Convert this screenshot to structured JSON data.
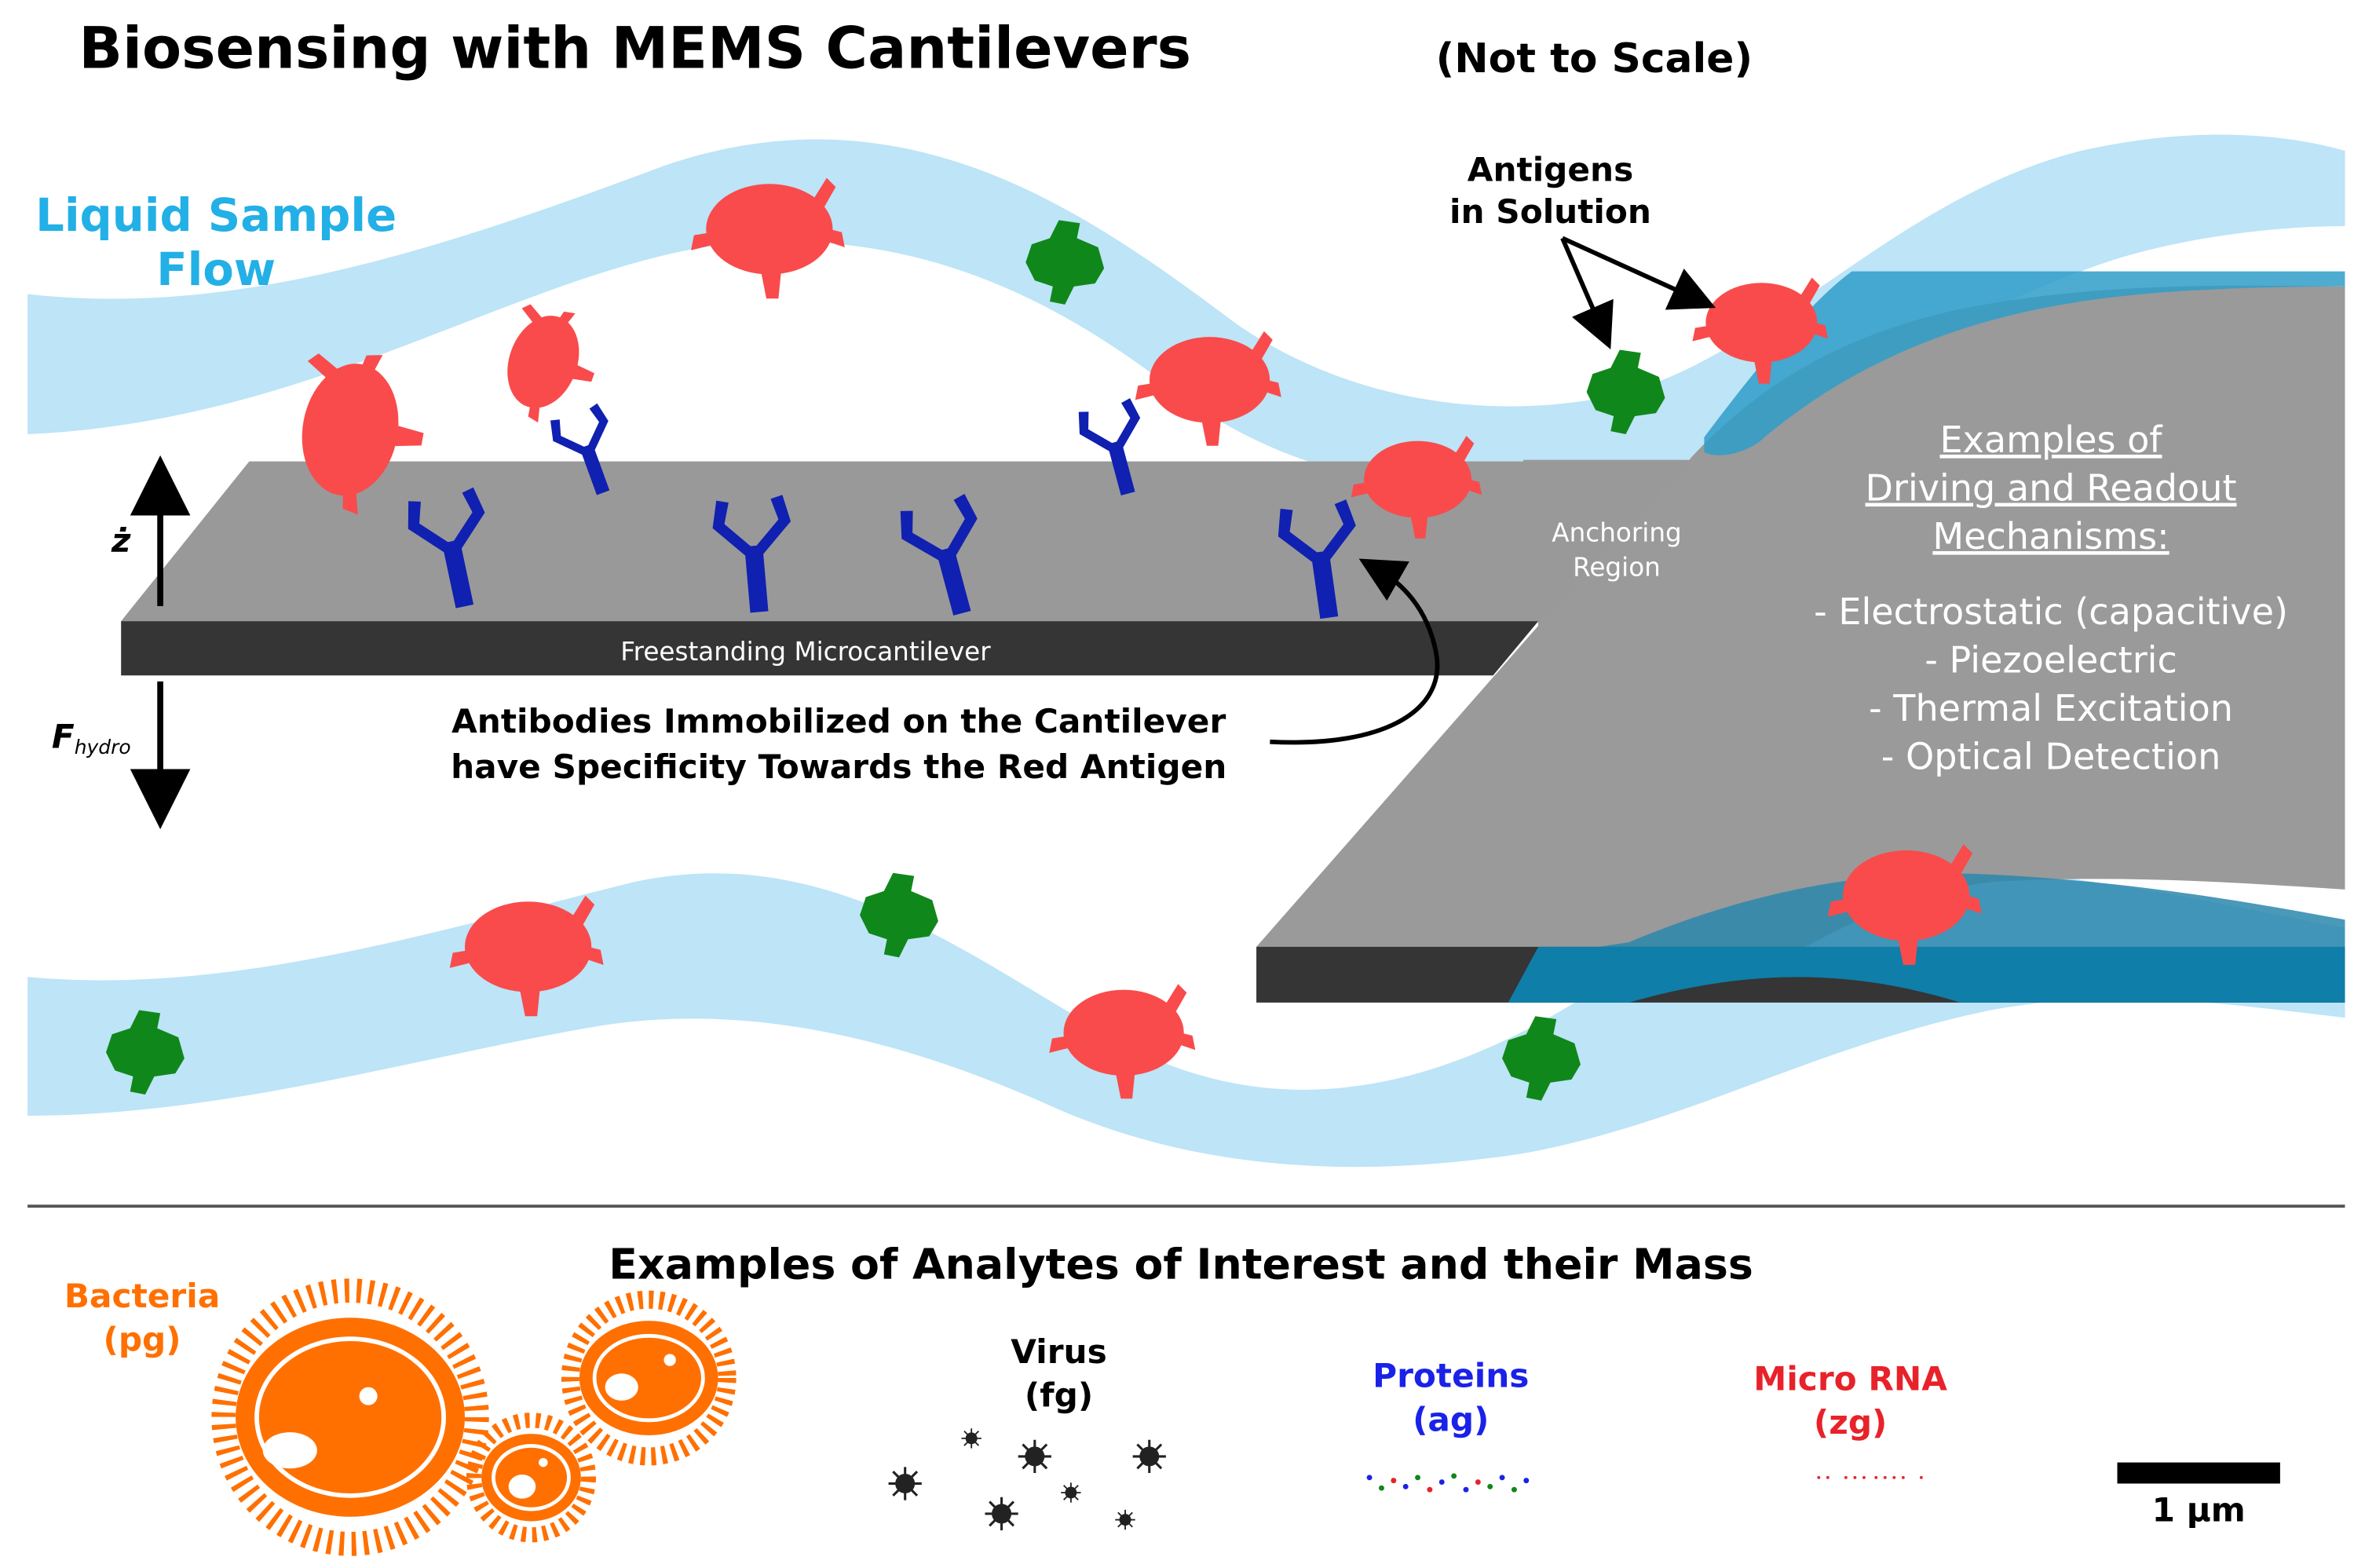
{
  "title": "Biosensing with MEMS Cantilevers",
  "subtitle": "(Not to Scale)",
  "flow_label": [
    "Liquid Sample",
    "Flow"
  ],
  "antigens_label": [
    "Antigens",
    "in Solution"
  ],
  "z_label": "ż",
  "f_label_main": "F",
  "f_label_sub": "hydro",
  "cantilever_label": "Freestanding Microcantilever",
  "anchoring_label": [
    "Anchoring",
    "Region"
  ],
  "antibodies_note": [
    "Antibodies Immobilized on the Cantilever",
    "have Specificity Towards the Red Antigen"
  ],
  "mechanisms": {
    "heading": [
      "Examples of",
      "Driving and Readout",
      "Mechanisms:"
    ],
    "items": [
      "- Electrostatic (capacitive)",
      "- Piezoelectric",
      "- Thermal Excitation",
      "- Optical Detection"
    ]
  },
  "analytes": {
    "heading": "Examples of Analytes of Interest and their Mass",
    "bacteria": [
      "Bacteria",
      "(pg)"
    ],
    "virus": [
      "Virus",
      "(fg)"
    ],
    "proteins": [
      "Proteins",
      "(ag)"
    ],
    "microrna": [
      "Micro RNA",
      "(zg)"
    ],
    "scale_bar": "1 µm"
  },
  "colors": {
    "flow": "#bde4f7",
    "flow_label": "#22b0e6",
    "antigen_red": "#f94b4b",
    "antigen_green": "#10871a",
    "antibody": "#1020b0",
    "cantilever_top": "#9a9a9a",
    "cantilever_edge": "#353535",
    "bacteria": "#ff7000",
    "proteins": "#1a22e8",
    "microrna": "#e8222a"
  }
}
